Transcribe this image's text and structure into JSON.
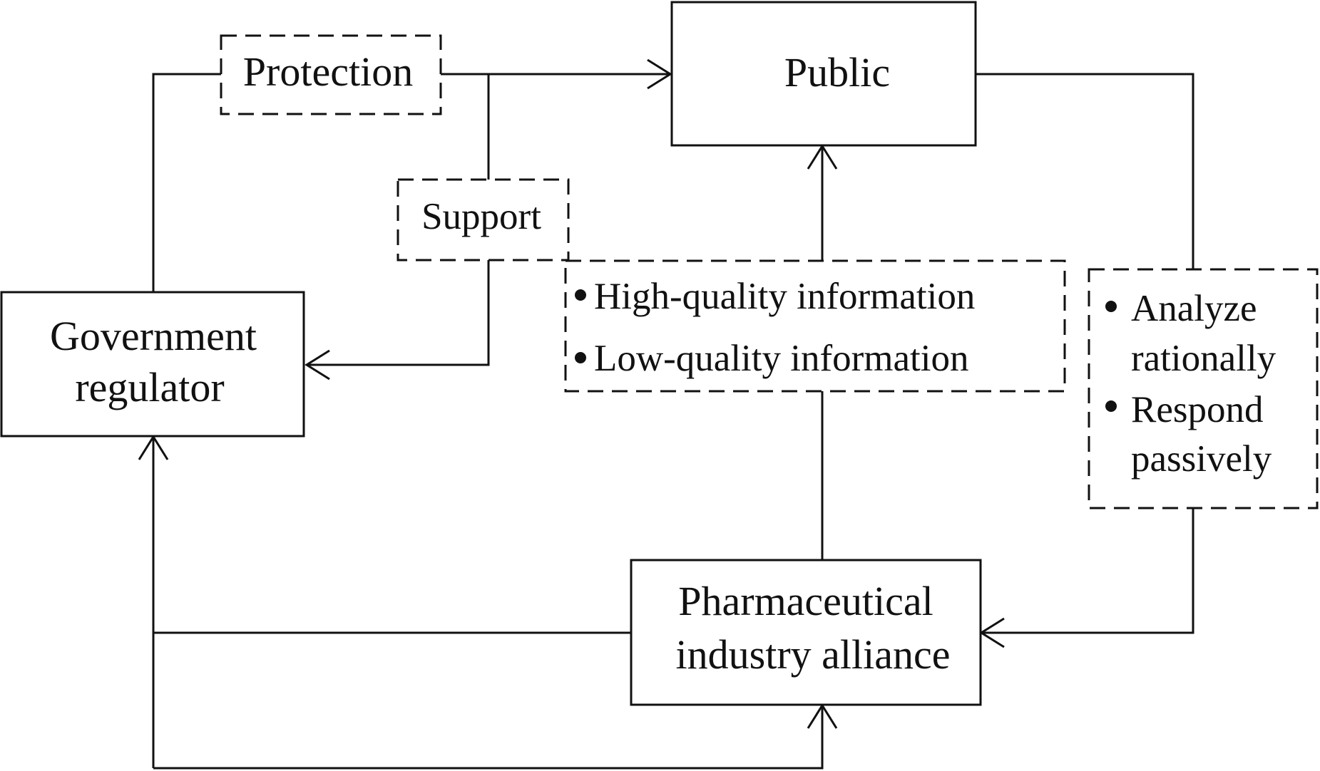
{
  "nodes": {
    "public": {
      "label": "Public"
    },
    "government": {
      "line1": "Government",
      "line2": "regulator"
    },
    "pharma": {
      "line1": "Pharmaceutical",
      "line2": "industry alliance"
    }
  },
  "edge_labels": {
    "protection": "Protection",
    "support": "Support"
  },
  "info_box": {
    "items": [
      "High-quality information",
      "Low-quality information"
    ]
  },
  "response_box": {
    "items": [
      {
        "line1": "Analyze",
        "line2": "rationally"
      },
      {
        "line1": "Respond",
        "line2": "passively"
      }
    ]
  }
}
